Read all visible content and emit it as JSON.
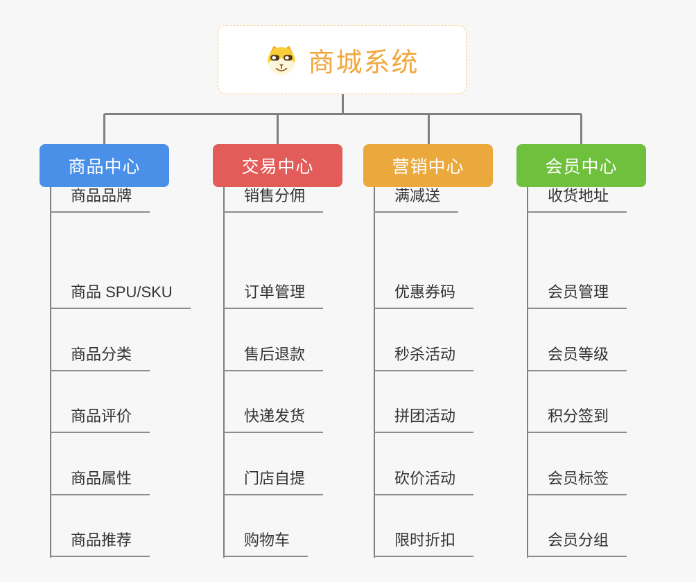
{
  "canvas": {
    "background": "#F7F7F7",
    "line_color": "#7F7F7F"
  },
  "root": {
    "title": "商城系统",
    "text_color": "#F0A73D",
    "border_color": "#F5C57E",
    "icon": "dog-face-icon"
  },
  "styles": {
    "branch_text_color": "#FFFFFF",
    "leaf_text_color": "#333333",
    "leaf_line_color": "#8C8C8C"
  },
  "branches": [
    {
      "label": "商品中心",
      "color": "#4A90E8",
      "children": [
        "商品 SPU/SKU",
        "商品分类",
        "商品评价",
        "商品属性",
        "商品推荐",
        "商品品牌"
      ]
    },
    {
      "label": "交易中心",
      "color": "#E25C59",
      "children": [
        "订单管理",
        "售后退款",
        "快递发货",
        "门店自提",
        "购物车",
        "销售分佣"
      ]
    },
    {
      "label": "营销中心",
      "color": "#EBA93D",
      "children": [
        "优惠券码",
        "秒杀活动",
        "拼团活动",
        "砍价活动",
        "限时折扣",
        "满减送"
      ]
    },
    {
      "label": "会员中心",
      "color": "#6FC13D",
      "children": [
        "会员管理",
        "会员等级",
        "积分签到",
        "会员标签",
        "会员分组",
        "收货地址"
      ]
    }
  ]
}
